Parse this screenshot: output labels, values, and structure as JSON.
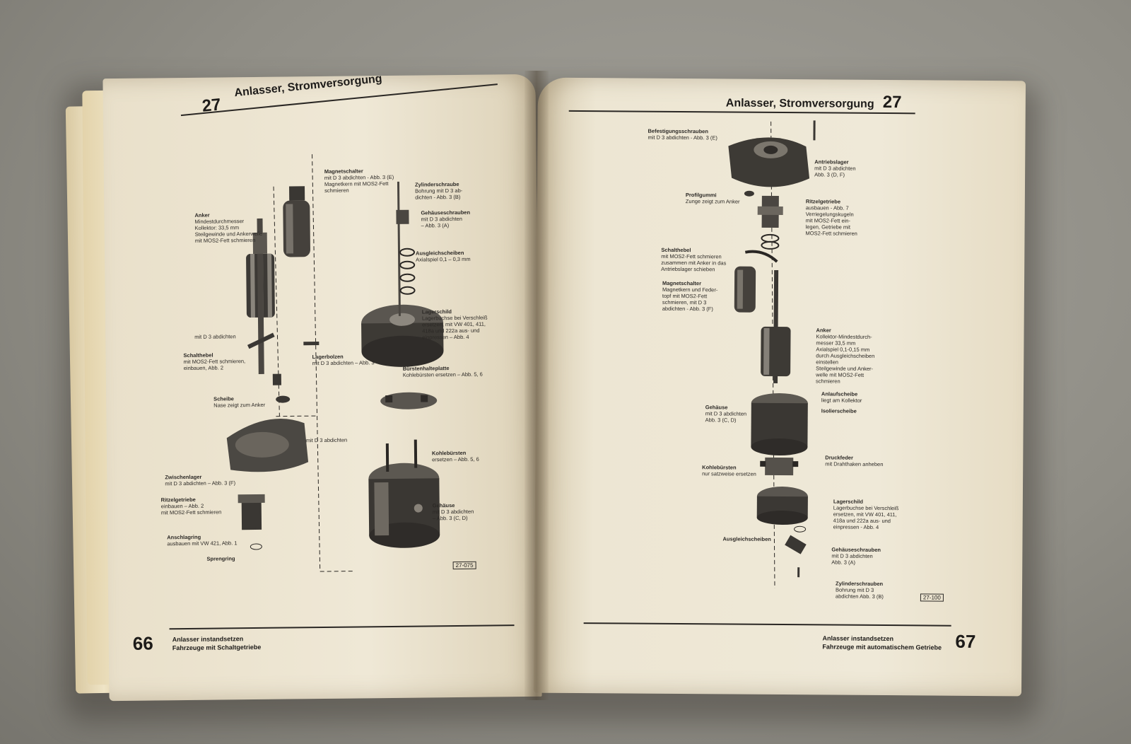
{
  "left_page": {
    "chapter_number": "27",
    "chapter_title": "Anlasser, Stromversorgung",
    "figure_id": "27-075",
    "page_number": "66",
    "footer_line1": "Anlasser instandsetzen",
    "footer_line2": "Fahrzeuge mit Schaltgetriebe",
    "labels": [
      {
        "title": "Magnetschalter",
        "text": "mit D 3 abdichten - Abb. 3 (E)\nMagnetkern mit MOS2-Fett\nschmieren"
      },
      {
        "title": "Zylinderschraube",
        "text": "Bohrung mit D 3 ab-\ndichten - Abb. 3 (B)"
      },
      {
        "title": "Gehäuseschrauben",
        "text": "mit D 3 abdichten\n– Abb. 3 (A)"
      },
      {
        "title": "Anker",
        "text": "Mindestdurchmesser\nKollektor: 33,5 mm\nSteilgewinde und Ankerwelle\nmit MOS2-Fett schmieren"
      },
      {
        "title": "Ausgleichscheiben",
        "text": "Axialspiel 0,1 – 0,3 mm"
      },
      {
        "title": "Lagerschild",
        "text": "Lagerbuchse bei Verschleiß\nersetzen, mit VW 401, 411,\n418a und 222a aus- und\neinpressen – Abb. 4"
      },
      {
        "title": "",
        "text": "mit D 3 abdichten"
      },
      {
        "title": "Schalthebel",
        "text": "mit MOS2-Fett schmieren,\neinbauen, Abb. 2"
      },
      {
        "title": "Lagerbolzen",
        "text": "mit D 3 abdichten – Abb. 3"
      },
      {
        "title": "Bürstenhalteplatte",
        "text": "Kohlebürsten ersetzen – Abb. 5, 6"
      },
      {
        "title": "Scheibe",
        "text": "Nase zeigt zum Anker"
      },
      {
        "title": "",
        "text": "mit D 3 abdichten"
      },
      {
        "title": "Kohlebürsten",
        "text": "ersetzen – Abb. 5, 6"
      },
      {
        "title": "Zwischenlager",
        "text": "mit D 3 abdichten – Abb. 3 (F)"
      },
      {
        "title": "Ritzelgetriebe",
        "text": "einbauen – Abb. 2\nmit MOS2-Fett schmieren"
      },
      {
        "title": "Gehäuse",
        "text": "mit D 3 abdichten\n– Abb. 3 (C, D)"
      },
      {
        "title": "Anschlagring",
        "text": "ausbauen mit VW 421, Abb. 1"
      },
      {
        "title": "Sprengring",
        "text": ""
      }
    ]
  },
  "right_page": {
    "chapter_number": "27",
    "chapter_title": "Anlasser, Stromversorgung",
    "figure_id": "27-100",
    "page_number": "67",
    "footer_line1": "Anlasser instandsetzen",
    "footer_line2": "Fahrzeuge mit automatischem Getriebe",
    "labels": [
      {
        "title": "Befestigungsschrauben",
        "text": "mit D 3 abdichten - Abb. 3 (E)"
      },
      {
        "title": "Antriebslager",
        "text": "mit D 3 abdichten\nAbb. 3 (D, F)"
      },
      {
        "title": "Profilgummi",
        "text": "Zunge zeigt zum Anker"
      },
      {
        "title": "Ritzelgetriebe",
        "text": "ausbauen - Abb. 7\nVerriegelungskugeln\nmit MOS2-Fett ein-\nlegen, Getriebe mit\nMOS2-Fett schmieren"
      },
      {
        "title": "Schalthebel",
        "text": "mit MOS2-Fett schmieren\nzusammen mit Anker in das\nAntriebslager schieben"
      },
      {
        "title": "Magnetschalter",
        "text": "Magnetkern und Feder-\ntopf mit MOS2-Fett\nschmieren, mit D 3\nabdichten - Abb. 3 (F)"
      },
      {
        "title": "Anker",
        "text": "Kollektor-Mindestdurch-\nmesser 33,5 mm\nAxialspiel 0,1-0,15 mm\ndurch Ausgleichscheiben\neinstellen\nSteilgewinde und Anker-\nwelle mit MOS2-Fett\nschmieren"
      },
      {
        "title": "Anlaufscheibe",
        "text": "liegt am Kollektor"
      },
      {
        "title": "Isolierscheibe",
        "text": ""
      },
      {
        "title": "Gehäuse",
        "text": "mit D 3 abdichten\nAbb. 3 (C, D)"
      },
      {
        "title": "Druckfeder",
        "text": "mit Drahthaken anheben"
      },
      {
        "title": "Kohlebürsten",
        "text": "nur satzweise ersetzen"
      },
      {
        "title": "Lagerschild",
        "text": "Lagerbuchse bei Verschleiß\nersetzen, mit VW 401, 411,\n418a und 222a aus- und\neinpressen - Abb. 4"
      },
      {
        "title": "Ausgleichscheiben",
        "text": ""
      },
      {
        "title": "Gehäuseschrauben",
        "text": "mit D 3 abdichten\nAbb. 3 (A)"
      },
      {
        "title": "Zylinderschrauben",
        "text": "Bohrung mit D 3\nabdichten Abb. 3 (B)"
      }
    ]
  },
  "colors": {
    "paper": "#efe8d6",
    "ink": "#1d1b19",
    "table": "#908e86",
    "tab": "#a47b4b"
  }
}
